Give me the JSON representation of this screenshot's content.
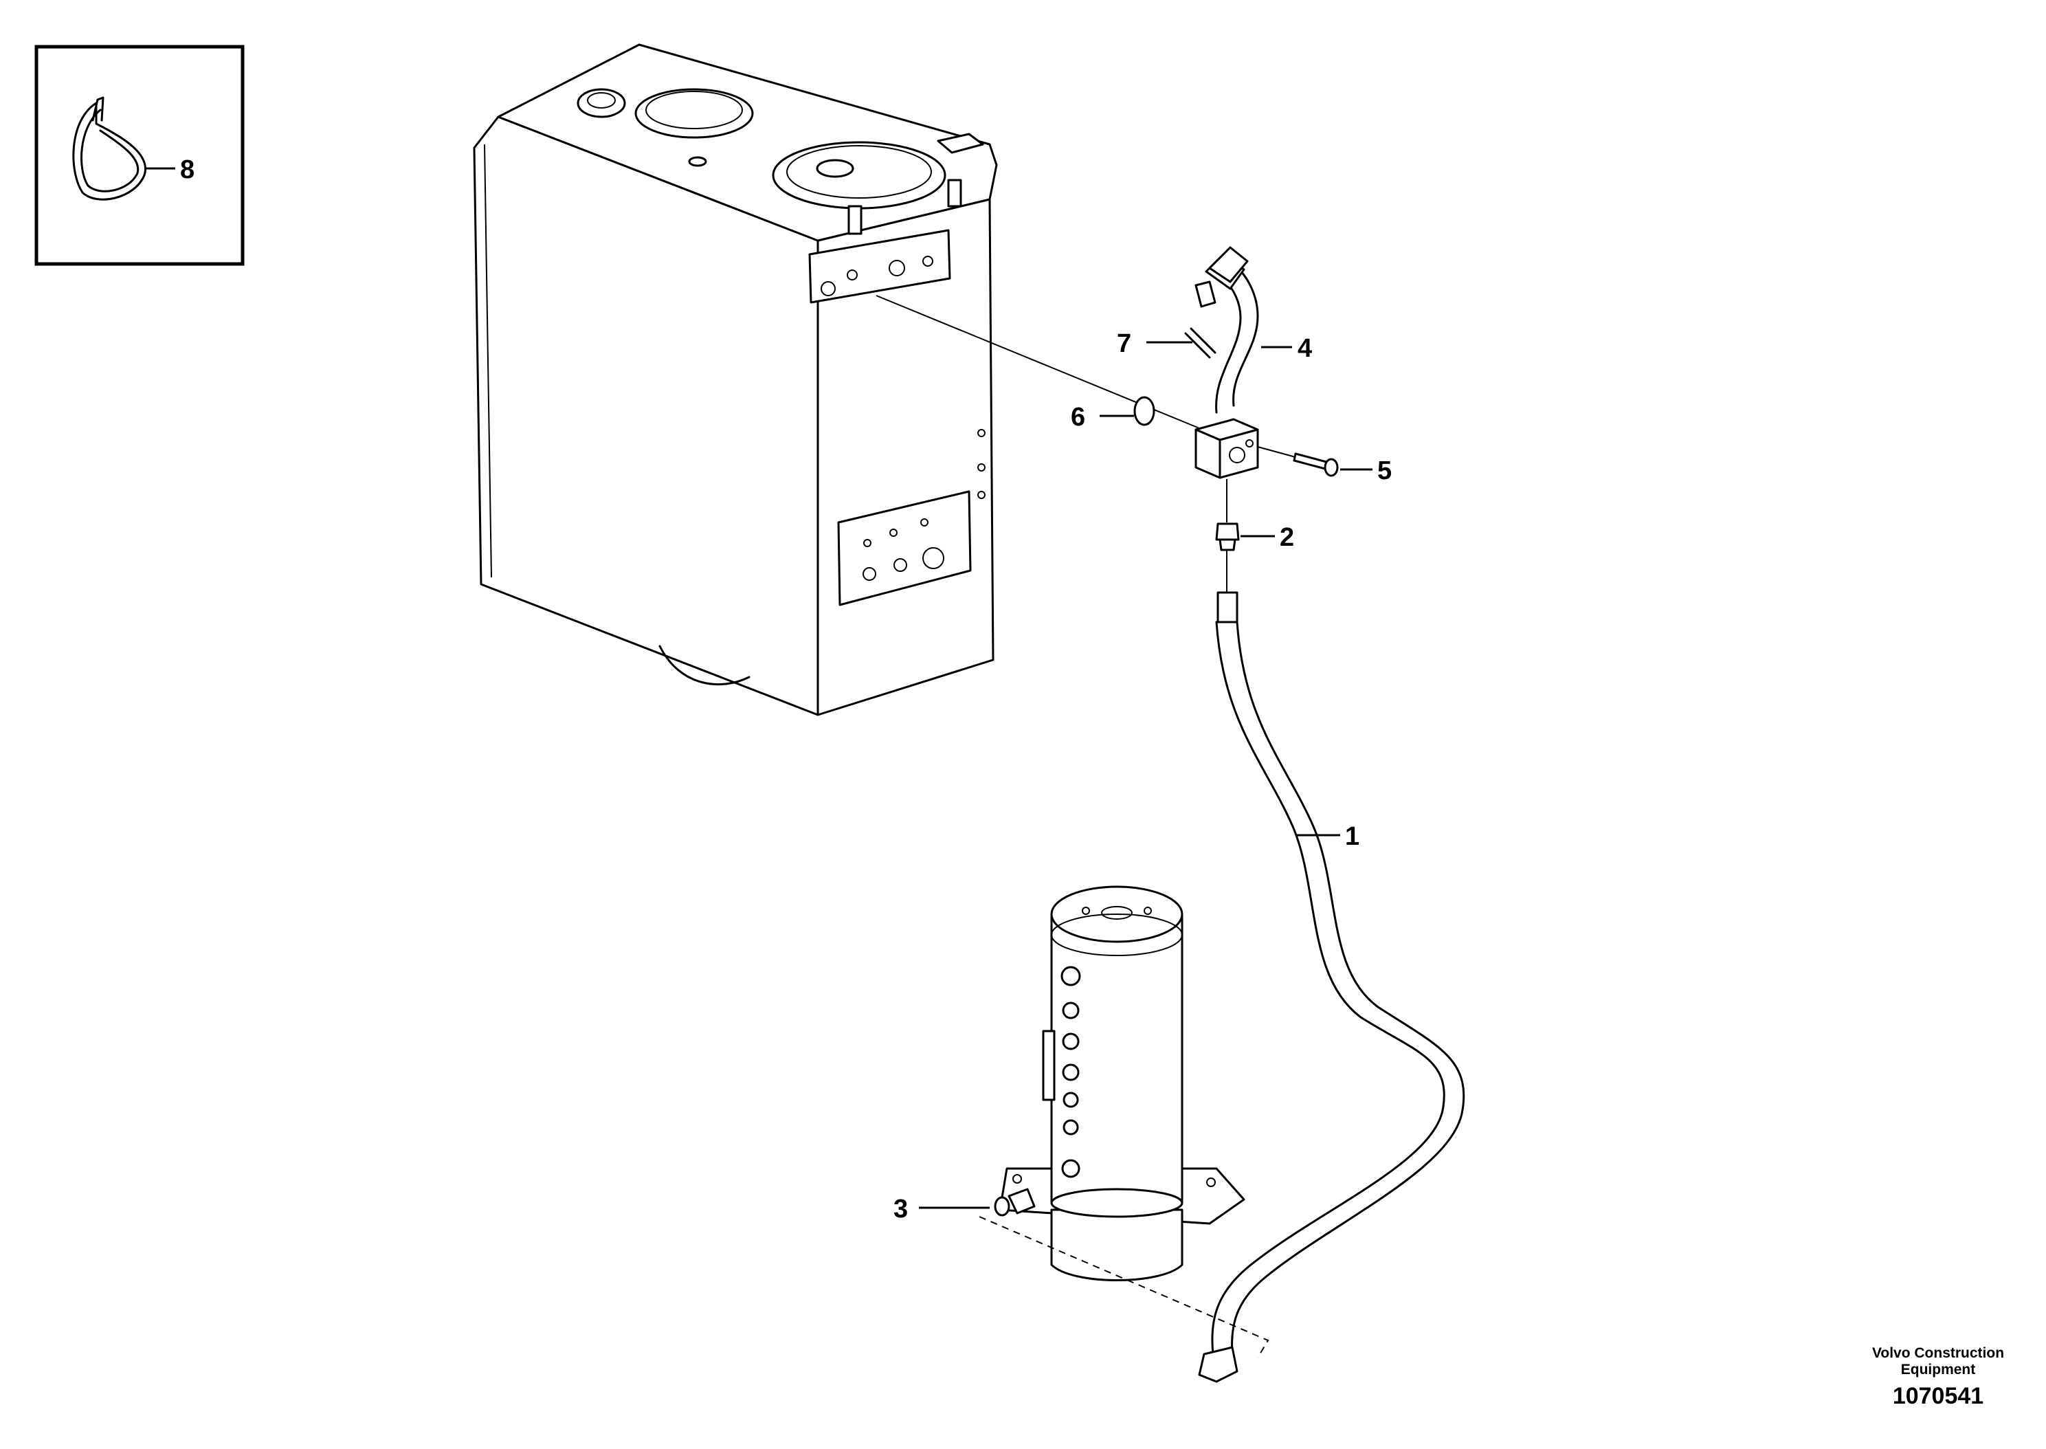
{
  "callouts": [
    {
      "id": "1",
      "label": "1",
      "part": "hose"
    },
    {
      "id": "2",
      "label": "2",
      "part": "nipple"
    },
    {
      "id": "3",
      "label": "3",
      "part": "nipple"
    },
    {
      "id": "4",
      "label": "4",
      "part": "pipe"
    },
    {
      "id": "5",
      "label": "5",
      "part": "screw"
    },
    {
      "id": "6",
      "label": "6",
      "part": "o-ring"
    },
    {
      "id": "7",
      "label": "7",
      "part": "cable-tie"
    },
    {
      "id": "8",
      "label": "8",
      "part": "cable-tie"
    }
  ],
  "footer": {
    "brand_line1": "Volvo Construction",
    "brand_line2": "Equipment",
    "drawing_number": "1070541"
  }
}
